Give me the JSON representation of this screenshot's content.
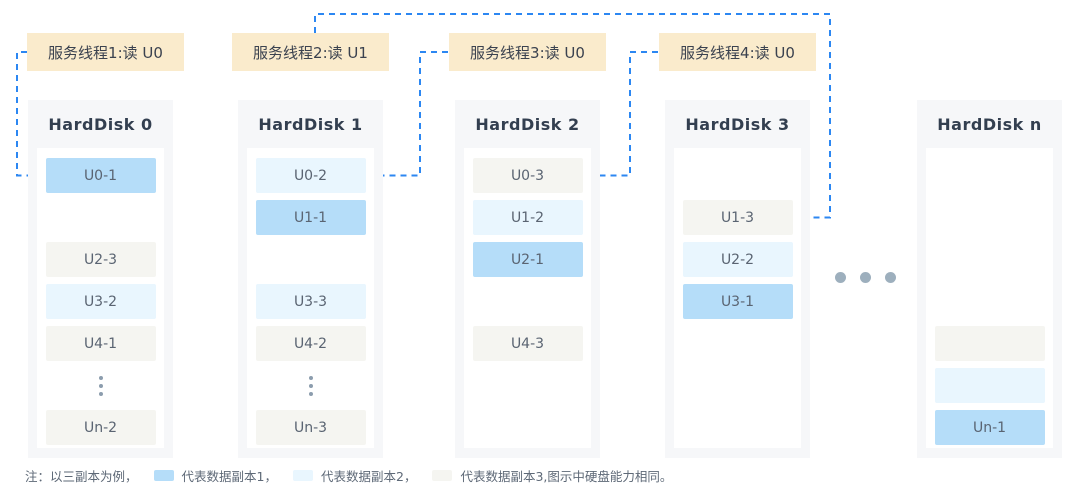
{
  "colors": {
    "replica1_blue": "#B5DDF9",
    "replica2_light_blue": "#E9F6FE",
    "replica3_gray": "#F5F5F1",
    "panel_background": "#F6F7F9",
    "thread_label_background": "#FAEBCC",
    "connector_blue": "#2C87F2",
    "disk_title_text": "#333F50",
    "cell_text": "#5A6472",
    "note_text": "#5E6977",
    "ellipsis_dots": "#9DAFBD"
  },
  "threads": [
    {
      "label": "服务线程1:读 U0"
    },
    {
      "label": "服务线程2:读 U1"
    },
    {
      "label": "服务线程3:读 U0"
    },
    {
      "label": "服务线程4:读 U0"
    }
  ],
  "disks": [
    {
      "title": "HardDisk 0",
      "cells": [
        {
          "label": "U0-1",
          "variant": "r1"
        },
        {
          "label": "",
          "variant": "empty"
        },
        {
          "label": "U2-3",
          "variant": "r3"
        },
        {
          "label": "U3-2",
          "variant": "r2"
        },
        {
          "label": "U4-1",
          "variant": "r3"
        },
        {
          "label": "",
          "variant": "vdots"
        },
        {
          "label": "Un-2",
          "variant": "r3"
        }
      ]
    },
    {
      "title": "HardDisk 1",
      "cells": [
        {
          "label": "U0-2",
          "variant": "r2"
        },
        {
          "label": "U1-1",
          "variant": "r1"
        },
        {
          "label": "",
          "variant": "empty"
        },
        {
          "label": "U3-3",
          "variant": "r2"
        },
        {
          "label": "U4-2",
          "variant": "r3"
        },
        {
          "label": "",
          "variant": "vdots"
        },
        {
          "label": "Un-3",
          "variant": "r3"
        }
      ]
    },
    {
      "title": "HardDisk 2",
      "cells": [
        {
          "label": "U0-3",
          "variant": "r3"
        },
        {
          "label": "U1-2",
          "variant": "r2"
        },
        {
          "label": "U2-1",
          "variant": "r1"
        },
        {
          "label": "",
          "variant": "empty"
        },
        {
          "label": "U4-3",
          "variant": "r3"
        },
        {
          "label": "",
          "variant": "empty"
        },
        {
          "label": "",
          "variant": "empty"
        }
      ]
    },
    {
      "title": "HardDisk 3",
      "cells": [
        {
          "label": "",
          "variant": "empty"
        },
        {
          "label": "U1-3",
          "variant": "r3"
        },
        {
          "label": "U2-2",
          "variant": "r2"
        },
        {
          "label": "U3-1",
          "variant": "r1"
        },
        {
          "label": "",
          "variant": "empty"
        },
        {
          "label": "",
          "variant": "empty"
        },
        {
          "label": "",
          "variant": "empty"
        }
      ]
    },
    {
      "title": "HardDisk n",
      "cells": [
        {
          "label": "",
          "variant": "empty"
        },
        {
          "label": "",
          "variant": "empty"
        },
        {
          "label": "",
          "variant": "empty"
        },
        {
          "label": "",
          "variant": "empty"
        },
        {
          "label": "",
          "variant": "r3"
        },
        {
          "label": "",
          "variant": "r2"
        },
        {
          "label": "Un-1",
          "variant": "r1"
        }
      ]
    }
  ],
  "note": {
    "prefix": "注：以三副本为例，",
    "legend": [
      {
        "text": "代表数据副本1，",
        "variant": "r1"
      },
      {
        "text": "代表数据副本2，",
        "variant": "r2"
      },
      {
        "text": "代表数据副本3,图示中硬盘能力相同。",
        "variant": "r3"
      }
    ]
  }
}
